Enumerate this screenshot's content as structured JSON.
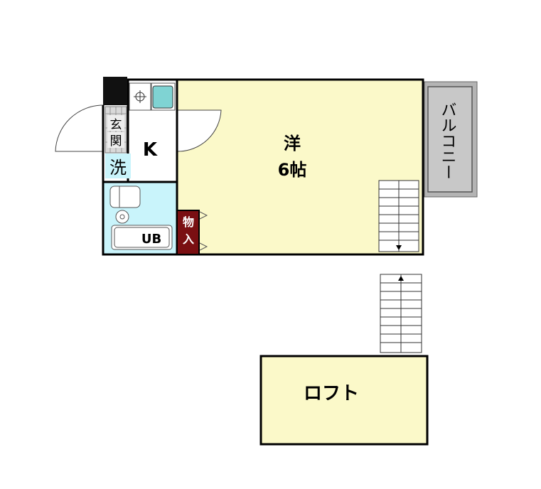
{
  "rooms": {
    "western_room": {
      "label": "洋",
      "size": "6帖"
    },
    "kitchen": {
      "label": "K"
    },
    "entrance": {
      "label_top": "玄",
      "label_bottom": "関"
    },
    "washing": {
      "label": "洗"
    },
    "unit_bath": {
      "label": "UB"
    },
    "storage": {
      "label_top": "物",
      "label_bottom": "入"
    },
    "balcony": {
      "label": "バルコニー"
    },
    "loft": {
      "label": "ロフト"
    }
  },
  "colors": {
    "room_fill": "#fbf9c9",
    "bath_fill": "#c9f4fb",
    "storage_fill": "#7a0f12",
    "balcony_fill": "#c8c8c8",
    "wall": "#000000"
  }
}
